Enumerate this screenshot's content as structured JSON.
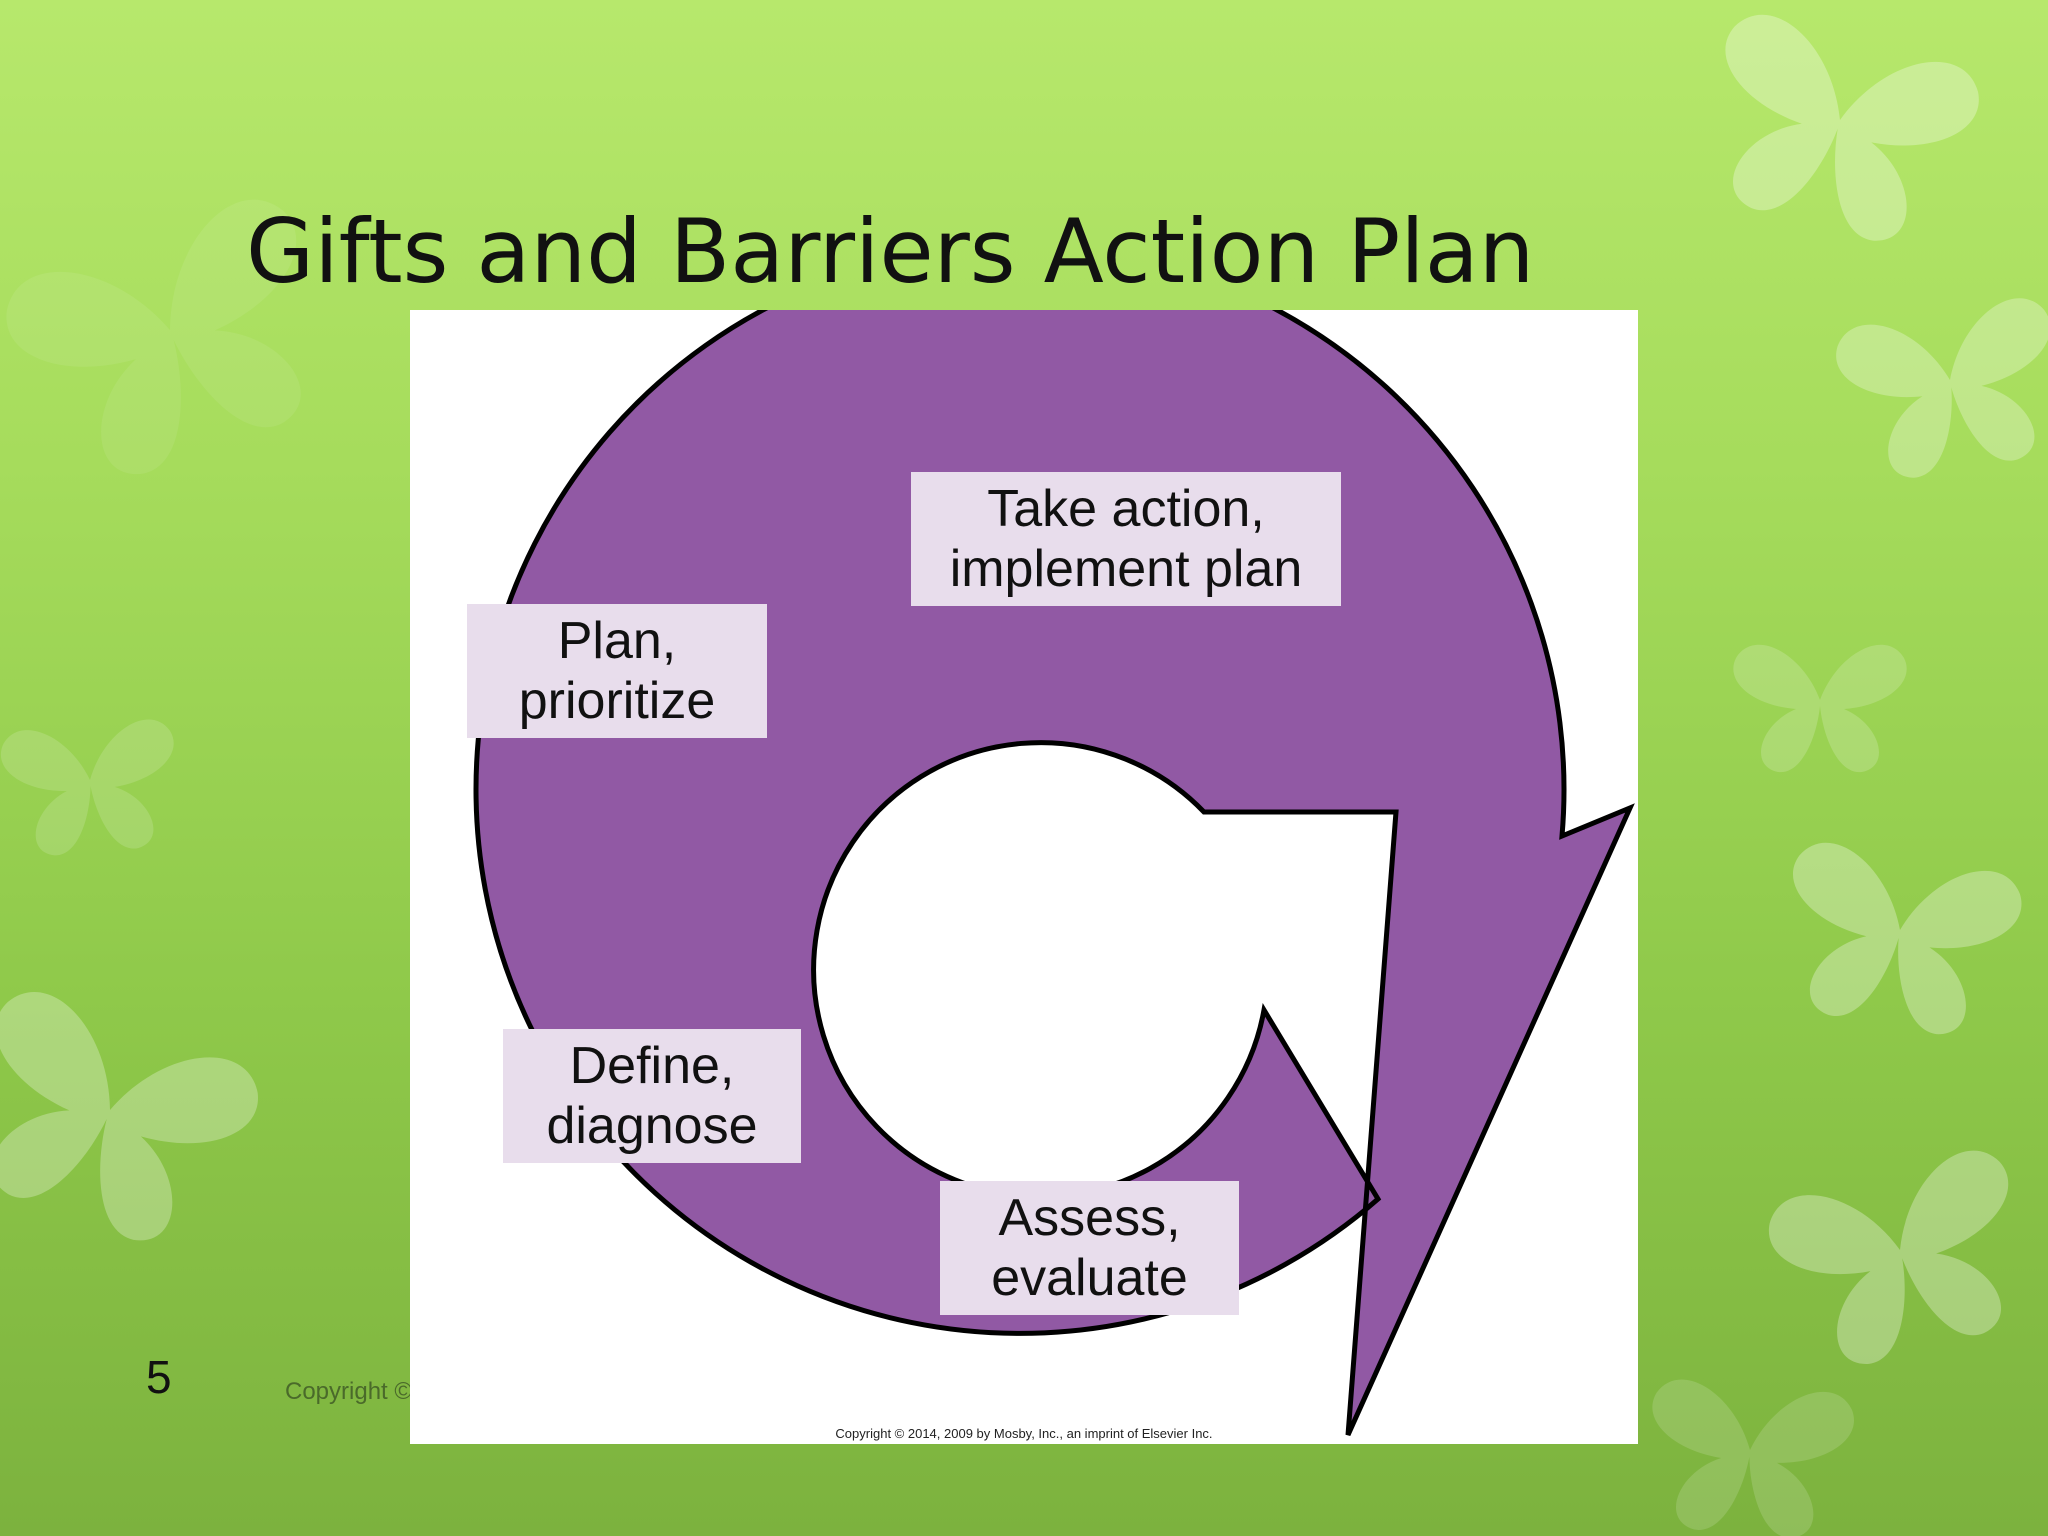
{
  "slide": {
    "title": "Gifts and Barriers Action Plan",
    "number": "5",
    "footer_copyright": "Copyright ©",
    "background_color": "#a6dc5c",
    "decoration_icon": "butterfly-icon"
  },
  "diagram": {
    "ring_color": "#9159a4",
    "label_bg_color": "#e8ddec",
    "steps": [
      {
        "line1": "Take action,",
        "line2": "implement plan"
      },
      {
        "line1": "Plan,",
        "line2": "prioritize"
      },
      {
        "line1": "Define,",
        "line2": "diagnose"
      },
      {
        "line1": "Assess,",
        "line2": "evaluate"
      }
    ],
    "copyright": "Copyright © 2014, 2009 by Mosby, Inc., an imprint of Elsevier Inc."
  }
}
